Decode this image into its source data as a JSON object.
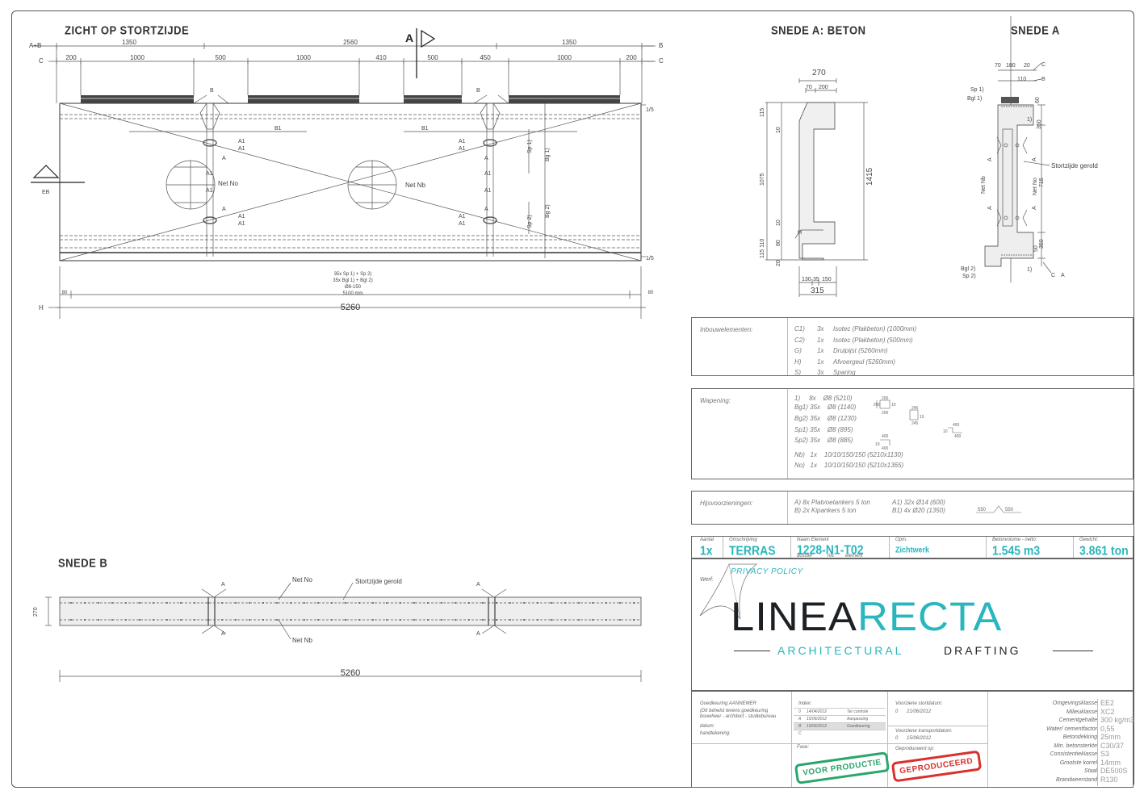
{
  "titles": {
    "zicht": "ZICHT OP STORTZIJDE",
    "snede_a_beton": "SNEDE A: BETON",
    "snede_a": "SNEDE A",
    "snede_b": "SNEDE B"
  },
  "zicht": {
    "row1": {
      "left": "A+B",
      "d1": "1350",
      "d2": "2560",
      "d3": "1350",
      "right": "B"
    },
    "row2": {
      "left": "C",
      "d": [
        "200",
        "1000",
        "500",
        "1000",
        "410",
        "500",
        "450",
        "1000",
        "200"
      ],
      "right": "C"
    },
    "section_marker": "A",
    "labels": {
      "b1": "B",
      "b2": "B",
      "b1bar": "B1",
      "b1bar2": "B1",
      "a": "A",
      "a1": "A1",
      "net_no": "Net No",
      "net_nb": "Net Nb",
      "sp1": "Sp 1)",
      "sp2": "Sp 2)",
      "bg1": "Bg 1)",
      "bg2": "Bg 2)",
      "sixteen": "1/5"
    },
    "bottom": {
      "line1": "35x Sp 1) + Sp 2)",
      "line2": "35x Bgl 1) + Bgl 2)",
      "line3": "Ø8-150",
      "line4": "5100 mm",
      "d80l": "80",
      "d80r": "80",
      "total": "5260",
      "h": "H",
      "eb": "EB"
    }
  },
  "snedeA_beton": {
    "top": "270",
    "d70": "70",
    "d200": "200",
    "d115": "115",
    "d10a": "10",
    "d1075": "1075",
    "d1415": "1415",
    "d10b": "10",
    "d80": "80",
    "d110": "115 110",
    "d20": "20",
    "h": "H",
    "b130": "130",
    "b35": "35",
    "b150": "150",
    "bottom": "315"
  },
  "snedeA": {
    "d70": "70",
    "d180": "180",
    "d20": "20",
    "c": "C",
    "d110": "110",
    "b": "B",
    "sp1": "Sp 1)",
    "bgl1": "Bgl 1)",
    "d60": "60",
    "one": "1)",
    "d350": "350",
    "a": "A",
    "stortzijde": "Stortzijde gerold",
    "net_nb": "Net Nb",
    "net_no": "Net No",
    "d715": "715",
    "d350b": "350",
    "d50": "50",
    "bgl2": "Bgl 2)",
    "sp2": "Sp 2)",
    "c2": "C",
    "a2": "A"
  },
  "snedeB": {
    "d270": "270",
    "a": "A",
    "net_no": "Net No",
    "stortzijde": "Stortzijde gerold",
    "net_nb": "Net Nb",
    "total": "5260"
  },
  "inbouw": {
    "label": "Inbouwelementen:",
    "rows": [
      {
        "k": "C1)",
        "n": "3x",
        "d": "Isotec (Plakbeton) (1000mm)"
      },
      {
        "k": "C2)",
        "n": "1x",
        "d": "Isotec (Plakbeton) (500mm)"
      },
      {
        "k": "G)",
        "n": "1x",
        "d": "Druipijst (5260mm)"
      },
      {
        "k": "H)",
        "n": "1x",
        "d": "Afvoergeul (5260mm)"
      },
      {
        "k": "S)",
        "n": "3x",
        "d": "Sparing"
      }
    ]
  },
  "wapening": {
    "label": "Wapening:",
    "rows": [
      "1)     8x    Ø8 (5210)",
      "Bg1) 35x    Ø8 (1140)",
      "Bg2) 35x    Ø8 (1230)",
      "Sp1) 35x    Ø8 (895)",
      "Sp2) 35x    Ø8 (885)",
      "Nb)   1x    10/10/150/150 (5210x1130)",
      "No)   1x    10/10/150/150 (5210x1365)"
    ],
    "dims": [
      "200",
      "200",
      "200",
      "10",
      "245",
      "245",
      "400",
      "400",
      "400",
      "400",
      "10",
      "10",
      "10"
    ]
  },
  "hijs": {
    "label": "Hijsvoorzieningen:",
    "rowA": "A)    8x  Platvoetankers 5 ton",
    "rowB": "B)    2x  Kipankers 5 ton",
    "rowA1": "A1)    32x    Ø14 (600)",
    "rowB1": "B1)      4x    Ø20 (1350)",
    "d550a": "550",
    "d550b": "550"
  },
  "element": {
    "h_aantal": "Aantal",
    "h_omschrijving": "Omschrijving",
    "h_naam": "Naam Element",
    "h_opm": "Opm.",
    "h_beton": "Betonvolume - netto:",
    "h_gewicht": "Gewicht:",
    "aantal": "1x",
    "omschrijving": "TERRAS",
    "naam": "1228-N1-T02",
    "opm": "Zichtwerk",
    "beton": "1.545 m3",
    "gewicht": "3.861 ton",
    "sub1": "dossier",
    "sub2": "niv.",
    "sub3": "element"
  },
  "logo": {
    "werf": "Werf:",
    "privacy": "PRIVACY POLICY",
    "linea": "LINEA",
    "recta": "RECTA",
    "tagline_a": "ARCHITECTURAL",
    "tagline_b": "DRAFTING"
  },
  "approval": {
    "title": "Goedkeuring AANNEMER",
    "sub1": "(Dit behelst tevens goedkeuring",
    "sub2": "bouwheer - architect - studiebureau",
    "datum": "datum:",
    "handtekening": "handtekening:",
    "index": "Index:",
    "idx": [
      {
        "i": "0",
        "d": "14/04/2012",
        "o": "Ter controle"
      },
      {
        "i": "A",
        "d": "15/06/2012",
        "o": "Aanpassing"
      },
      {
        "i": "B",
        "d": "19/06/2012",
        "o": "Goedkeuring"
      },
      {
        "i": "C",
        "d": "",
        "o": ""
      }
    ],
    "fase": "Fase:",
    "stort": "Voorziene stortdatum:",
    "stort_v": "21/06/2012",
    "stort_i": "0",
    "transport": "Voorziene transportdatum:",
    "transport_v": "15/06/2012",
    "transport_i": "0",
    "geprod": "Geproduceerd op:",
    "stamp1": "VOOR PRODUCTIE",
    "stamp2": "GEPRODUCEERD"
  },
  "specs": [
    {
      "k": "Omgevingsklasse",
      "v": "EE2"
    },
    {
      "k": "Milieuklasse",
      "v": "XC2"
    },
    {
      "k": "Cementgehalte",
      "v": "300 kg/m3"
    },
    {
      "k": "Water/ cementfactor",
      "v": "0,55"
    },
    {
      "k": "Betondekking",
      "v": "25mm"
    },
    {
      "k": "Min. betonsterkte",
      "v": "C30/37"
    },
    {
      "k": "Consistentieklasse",
      "v": "S3"
    },
    {
      "k": "Grootste korrel",
      "v": "14mm"
    },
    {
      "k": "Staal",
      "v": "DE500S"
    },
    {
      "k": "Brandweerstand",
      "v": "R130"
    }
  ],
  "colors": {
    "teal": "#29b6bd",
    "dark": "#222222",
    "red": "#d9302b",
    "green": "#2aa66b"
  }
}
